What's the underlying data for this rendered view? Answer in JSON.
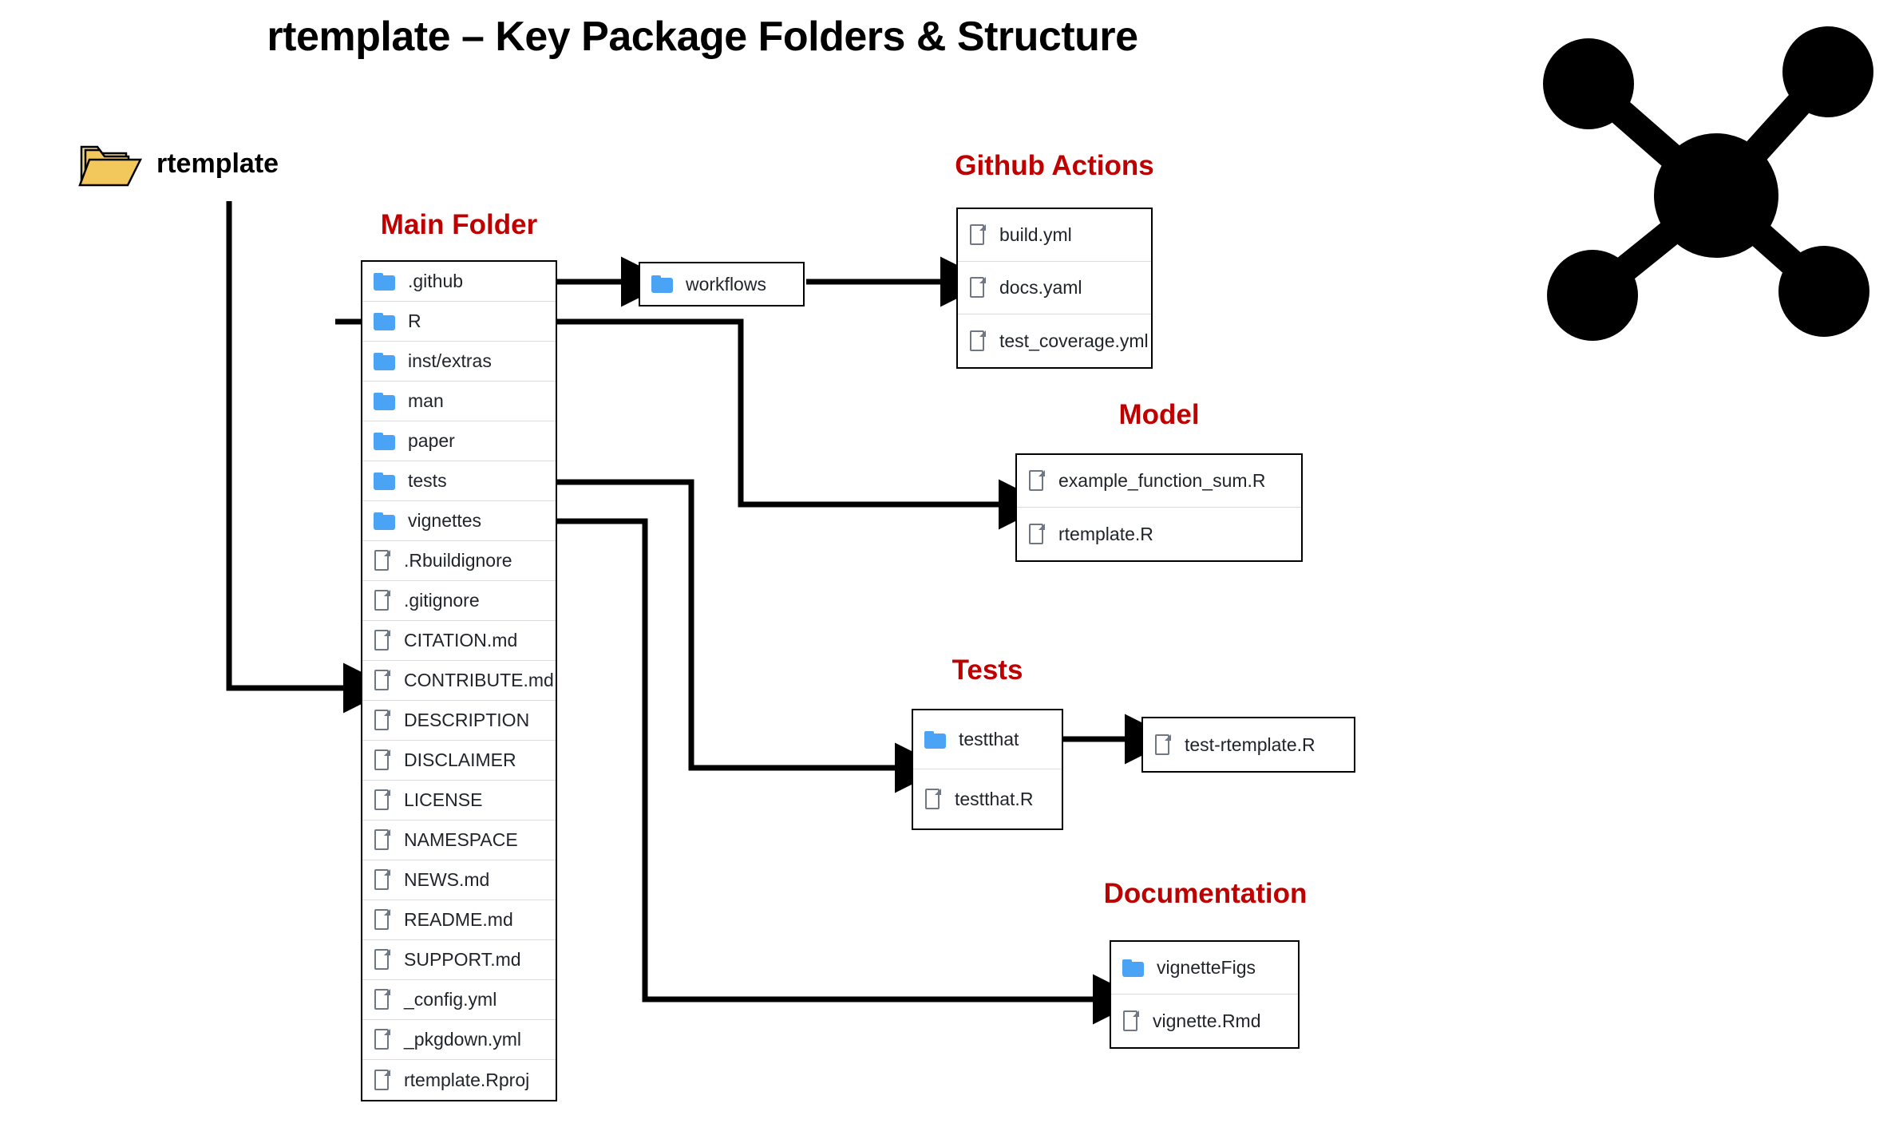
{
  "page": {
    "title": "rtemplate – Key Package Folders & Structure",
    "root_label": "rtemplate",
    "accent_red": "#C00000",
    "folder_blue": "#4BA3F5",
    "folder_yellow": "#F2C75C",
    "logo_name": "network-hub-logo"
  },
  "headings": {
    "main_folder": "Main Folder",
    "github_actions": "Github Actions",
    "model": "Model",
    "tests": "Tests",
    "documentation": "Documentation"
  },
  "main_folder": {
    "items": [
      {
        "label": ".github",
        "kind": "folder"
      },
      {
        "label": "R",
        "kind": "folder"
      },
      {
        "label": "inst/extras",
        "kind": "folder"
      },
      {
        "label": "man",
        "kind": "folder"
      },
      {
        "label": "paper",
        "kind": "folder"
      },
      {
        "label": "tests",
        "kind": "folder"
      },
      {
        "label": "vignettes",
        "kind": "folder"
      },
      {
        "label": ".Rbuildignore",
        "kind": "file"
      },
      {
        "label": ".gitignore",
        "kind": "file"
      },
      {
        "label": "CITATION.md",
        "kind": "file"
      },
      {
        "label": "CONTRIBUTE.md",
        "kind": "file"
      },
      {
        "label": "DESCRIPTION",
        "kind": "file"
      },
      {
        "label": "DISCLAIMER",
        "kind": "file"
      },
      {
        "label": "LICENSE",
        "kind": "file"
      },
      {
        "label": "NAMESPACE",
        "kind": "file"
      },
      {
        "label": "NEWS.md",
        "kind": "file"
      },
      {
        "label": "README.md",
        "kind": "file"
      },
      {
        "label": "SUPPORT.md",
        "kind": "file"
      },
      {
        "label": "_config.yml",
        "kind": "file"
      },
      {
        "label": "_pkgdown.yml",
        "kind": "file"
      },
      {
        "label": "rtemplate.Rproj",
        "kind": "file"
      }
    ]
  },
  "workflows": {
    "items": [
      {
        "label": "workflows",
        "kind": "folder"
      }
    ]
  },
  "github_actions": {
    "items": [
      {
        "label": "build.yml",
        "kind": "file"
      },
      {
        "label": "docs.yaml",
        "kind": "file"
      },
      {
        "label": "test_coverage.yml",
        "kind": "file"
      }
    ]
  },
  "model": {
    "items": [
      {
        "label": "example_function_sum.R",
        "kind": "file"
      },
      {
        "label": "rtemplate.R",
        "kind": "file"
      }
    ]
  },
  "tests": {
    "testthat_items": [
      {
        "label": "testthat",
        "kind": "folder"
      },
      {
        "label": "testthat.R",
        "kind": "file"
      }
    ],
    "test_file_items": [
      {
        "label": "test-rtemplate.R",
        "kind": "file"
      }
    ]
  },
  "documentation": {
    "items": [
      {
        "label": "vignetteFigs",
        "kind": "folder"
      },
      {
        "label": "vignette.Rmd",
        "kind": "file"
      }
    ]
  }
}
